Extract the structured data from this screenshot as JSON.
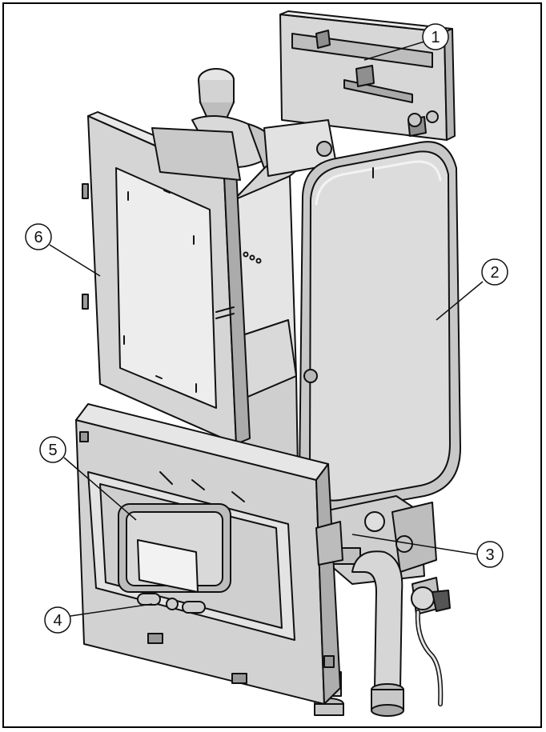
{
  "figure": {
    "type": "exploded technical illustration",
    "line_color": "#111111",
    "fill_light": "#e6e6e6",
    "fill_mid": "#cfcfcf",
    "fill_dark": "#a8a8a8"
  },
  "callouts": [
    {
      "number": "1"
    },
    {
      "number": "2"
    },
    {
      "number": "3"
    },
    {
      "number": "4"
    },
    {
      "number": "5"
    },
    {
      "number": "6"
    }
  ]
}
